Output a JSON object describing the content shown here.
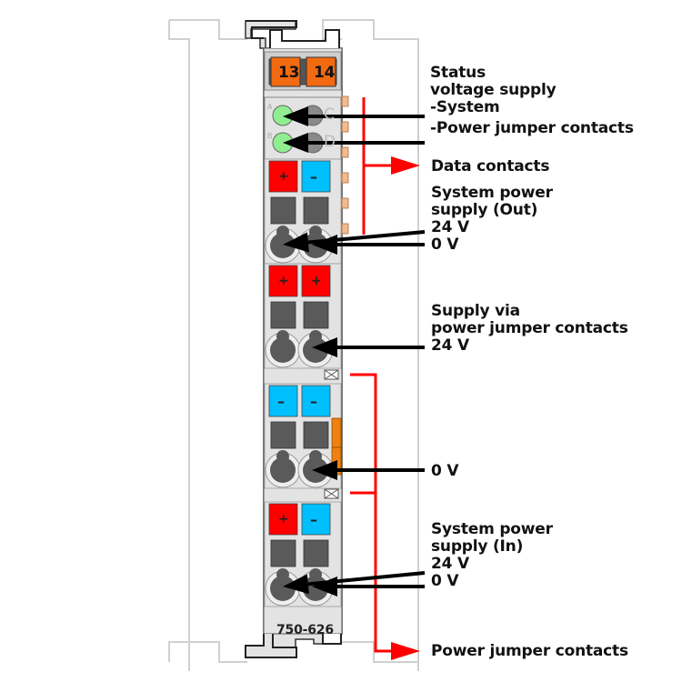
{
  "diagram": {
    "module_id": "750-626",
    "terminal_numbers": [
      "13",
      "14"
    ],
    "led_letters": [
      "A",
      "B",
      "C",
      "D"
    ],
    "contact_signs": {
      "row1": [
        "+",
        "–"
      ],
      "row2": [
        "+",
        "+"
      ],
      "row3": [
        "–",
        "–"
      ],
      "row4": [
        "+",
        "–"
      ]
    },
    "colors": {
      "plus": "#ff0000",
      "minus": "#00bfff",
      "terminal_label": "#f26a10",
      "led_on": "#90ee90",
      "body": "#e3e3e3",
      "arrow_red": "#ff0000",
      "arrow_black": "#000000"
    }
  },
  "labels": {
    "status": [
      "Status",
      "voltage supply",
      "-System",
      "-Power jumper contacts"
    ],
    "data_contacts": "Data contacts",
    "system_out": [
      "System power",
      "supply (Out)",
      "24 V",
      "0 V"
    ],
    "jumper_supply": [
      "Supply via",
      "power jumper contacts",
      "24 V"
    ],
    "zero_v": "0 V",
    "system_in": [
      "System power",
      "supply (In)",
      "24 V",
      "0 V"
    ],
    "power_jumper_contacts": "Power jumper contacts"
  }
}
